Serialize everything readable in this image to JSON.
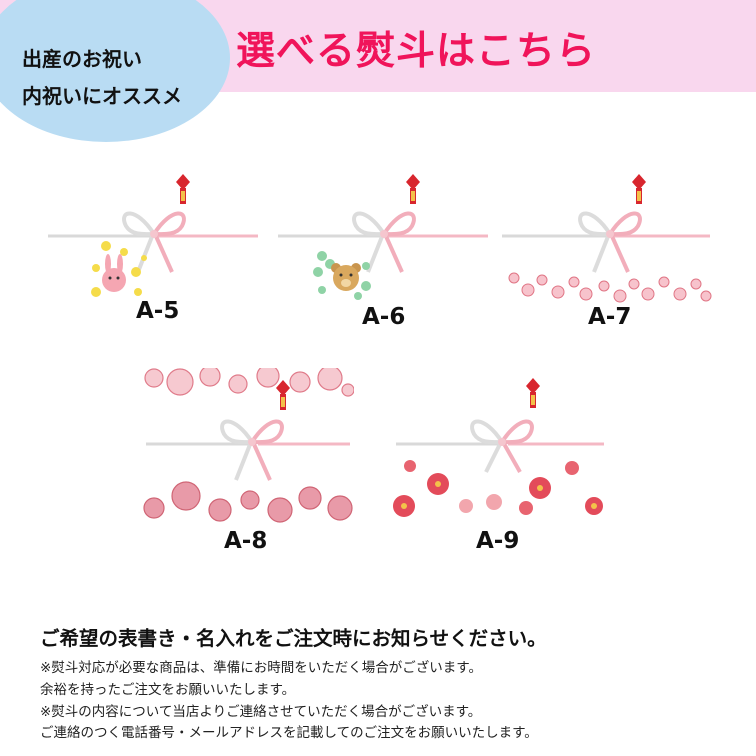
{
  "header": {
    "badge_line1": "出産のお祝い",
    "badge_line2": "内祝いにオススメ",
    "title": "選べる熨斗はこちら",
    "title_color": "#f0145a",
    "band_color": "#f9d7ee",
    "badge_color": "#b9dcf3"
  },
  "noshi": [
    {
      "code": "A-5",
      "decoration": "yellow-flowers-bunny"
    },
    {
      "code": "A-6",
      "decoration": "green-clover-bear"
    },
    {
      "code": "A-7",
      "decoration": "pink-blossom-row"
    },
    {
      "code": "A-8",
      "decoration": "pink-plum-blossom-frame"
    },
    {
      "code": "A-9",
      "decoration": "red-daisy-row"
    }
  ],
  "notice": {
    "main": "ご希望の表書き・名入れをご注文時にお知らせください。",
    "notes": [
      "※熨斗対応が必要な商品は、準備にお時間をいただく場合がございます。",
      "余裕を持ったご注文をお願いいたします。",
      "※熨斗の内容について当店よりご連絡させていただく場合がございます。",
      "ご連絡のつく電話番号・メールアドレスを記載してのご注文をお願いいたします。"
    ]
  }
}
